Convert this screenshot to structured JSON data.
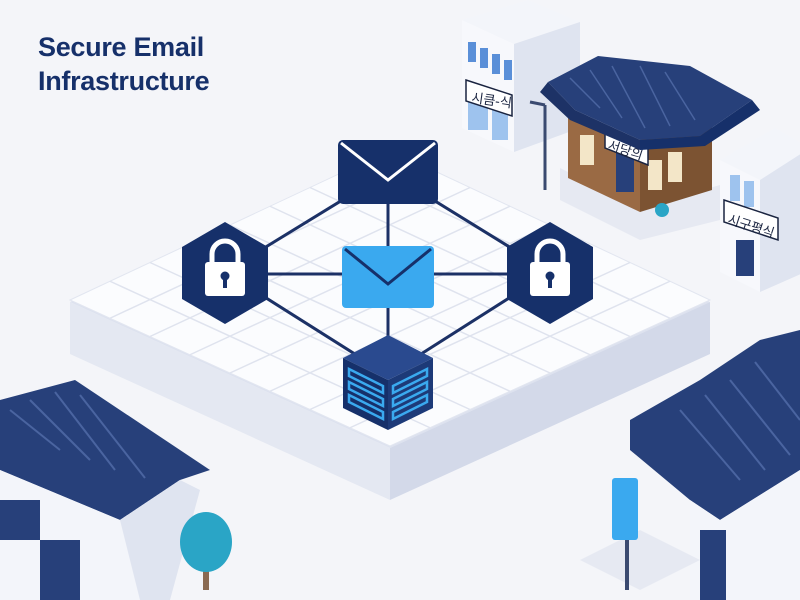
{
  "title": {
    "line1": "Secure Email",
    "line2": "Infrastructure"
  },
  "signs": {
    "top_building": "시큼-식",
    "hanok": "서당의",
    "right_building": "시구평식"
  },
  "colors": {
    "navy": "#16306a",
    "bright_blue": "#3aa9ef",
    "platform": "#fbfcfe",
    "grid_line": "#dfe3ee",
    "roof": "#27407a",
    "wood": "#8a5a36",
    "tree": "#2aa5c6",
    "background": "#f4f5f9"
  },
  "icons": [
    "envelope-icon",
    "lock-icon",
    "server-icon"
  ]
}
